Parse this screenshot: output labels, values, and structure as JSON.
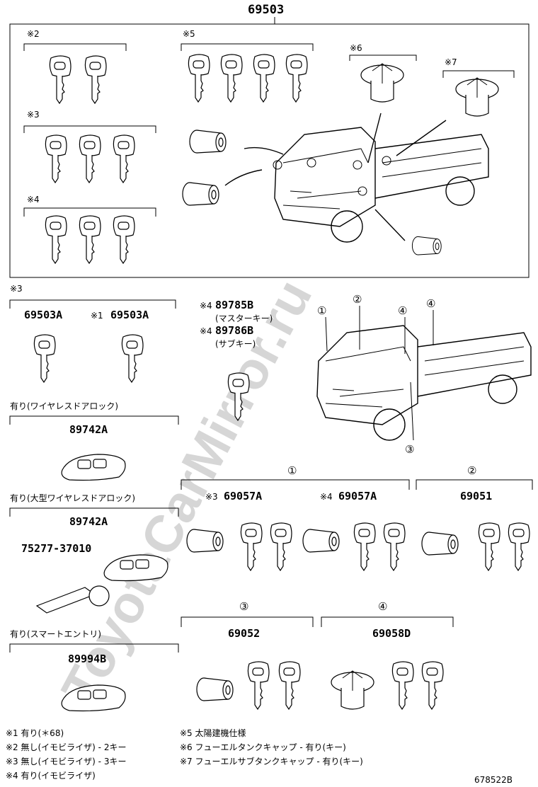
{
  "watermark": "ToyotaCarMirror.ru",
  "top_group": {
    "part_number": "69503",
    "groups": [
      {
        "mark": "※2"
      },
      {
        "mark": "※5"
      },
      {
        "mark": "※6"
      },
      {
        "mark": "※7"
      },
      {
        "mark": "※3"
      },
      {
        "mark": "※4"
      }
    ]
  },
  "left_column": {
    "mark3": "※3",
    "key_a": "69503A",
    "key_b_prefix": "※1",
    "key_b": "69503A",
    "wireless_label": "有り(ワイヤレスドアロック)",
    "wireless_part": "89742A",
    "large_wireless_label": "有り(大型ワイヤレスドアロック)",
    "large_wireless_part": "89742A",
    "keychain_part": "75277-37010",
    "smart_label": "有り(スマートエントリ)",
    "smart_part": "89994B"
  },
  "center_keys": {
    "master_mark": "※4",
    "master_part": "89785B",
    "master_desc": "(マスターキー)",
    "sub_mark": "※4",
    "sub_part": "89786B",
    "sub_desc": "(サブキー)"
  },
  "truck_callouts": [
    "①",
    "②",
    "④",
    "④",
    "③"
  ],
  "sets": [
    {
      "circle": "①",
      "items": [
        {
          "mark": "※3",
          "part": "69057A"
        },
        {
          "mark": "※4",
          "part": "69057A"
        }
      ]
    },
    {
      "circle": "②",
      "items": [
        {
          "mark": "",
          "part": "69051"
        }
      ]
    },
    {
      "circle": "③",
      "items": [
        {
          "mark": "",
          "part": "69052"
        }
      ]
    },
    {
      "circle": "④",
      "items": [
        {
          "mark": "",
          "part": "69058D"
        }
      ]
    }
  ],
  "notes_left": [
    "※1 有り(＊68)",
    "※2 無し(イモビライザ) - 2キー",
    "※3 無し(イモビライザ) - 3キー",
    "※4 有り(イモビライザ)"
  ],
  "notes_right": [
    "※5 太陽建機仕様",
    "※6 フューエルタンクキャップ - 有り(キー)",
    "※7 フューエルサブタンクキャップ - 有り(キー)"
  ],
  "diagram_code": "678522B"
}
